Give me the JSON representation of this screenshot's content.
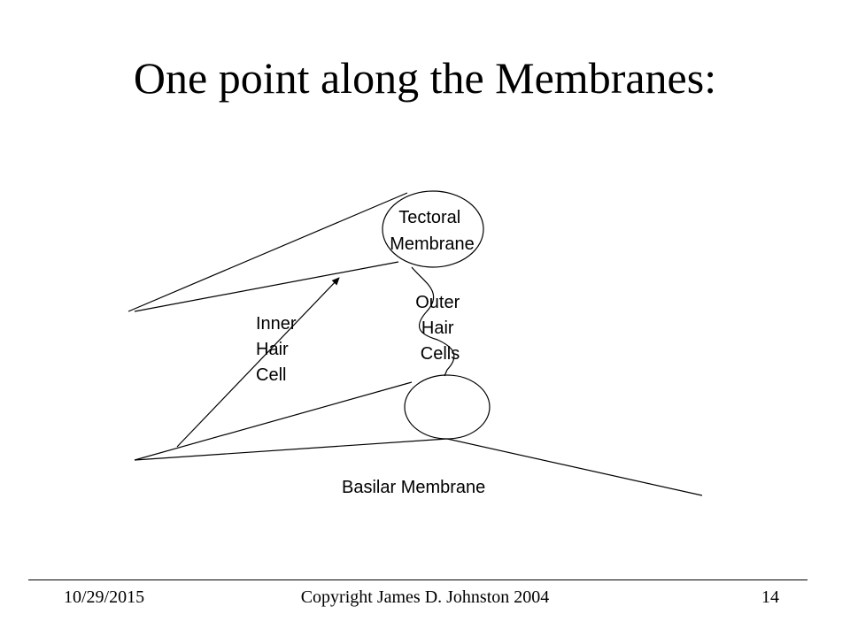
{
  "slide": {
    "title": "One point along the Membranes:"
  },
  "diagram": {
    "tectoral_label": [
      "Tectoral",
      "Membrane"
    ],
    "outer_hair_label": [
      "Outer",
      "Hair",
      "Cells"
    ],
    "inner_hair_label": [
      "Inner",
      "Hair",
      "Cell"
    ],
    "basilar_label": "Basilar Membrane"
  },
  "footer": {
    "date": "10/29/2015",
    "copyright": "Copyright James D. Johnston 2004",
    "page_number": "14"
  }
}
